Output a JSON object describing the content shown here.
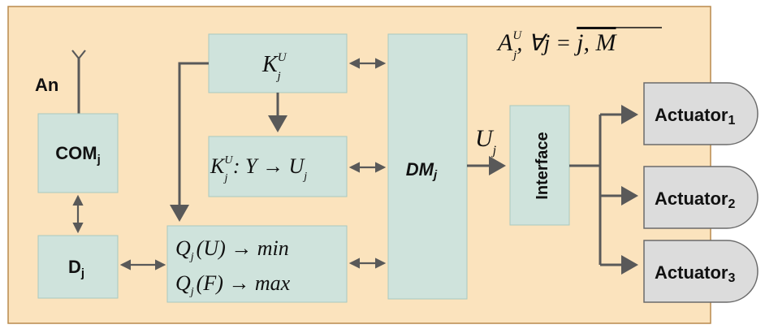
{
  "antenna": {
    "label": "An"
  },
  "com": {
    "base": "COM",
    "sub": "j"
  },
  "d": {
    "base": "D",
    "sub": "j"
  },
  "kj": {
    "base": "K",
    "sup": "U",
    "sub": "j"
  },
  "mapping": {
    "k_base": "K",
    "k_sup": "U",
    "k_sub": "j",
    "mid": " : Y → ",
    "u_base": "U",
    "u_sub": "j"
  },
  "criteria": {
    "line1": {
      "q": "Q",
      "sub": "j",
      "arg": "(U) → min"
    },
    "line2": {
      "q": "Q",
      "sub": "j",
      "arg": "(F) → max"
    }
  },
  "dm": {
    "base": "DM",
    "sub": "j"
  },
  "agent": {
    "a": "A",
    "sup": "U",
    "sub": "j",
    "mid": ", ∀j = ",
    "range": "j, M"
  },
  "uj": {
    "base": "U",
    "sub": "j"
  },
  "interface": {
    "label": "Interface"
  },
  "actuators": [
    {
      "base": "Actuator",
      "sub": "1"
    },
    {
      "base": "Actuator",
      "sub": "2"
    },
    {
      "base": "Actuator",
      "sub": "3"
    }
  ],
  "colors": {
    "frame": "#fbe3bd",
    "box": "#cfe3dc",
    "actuator": "#dcdcdc",
    "arrow": "#595959"
  }
}
